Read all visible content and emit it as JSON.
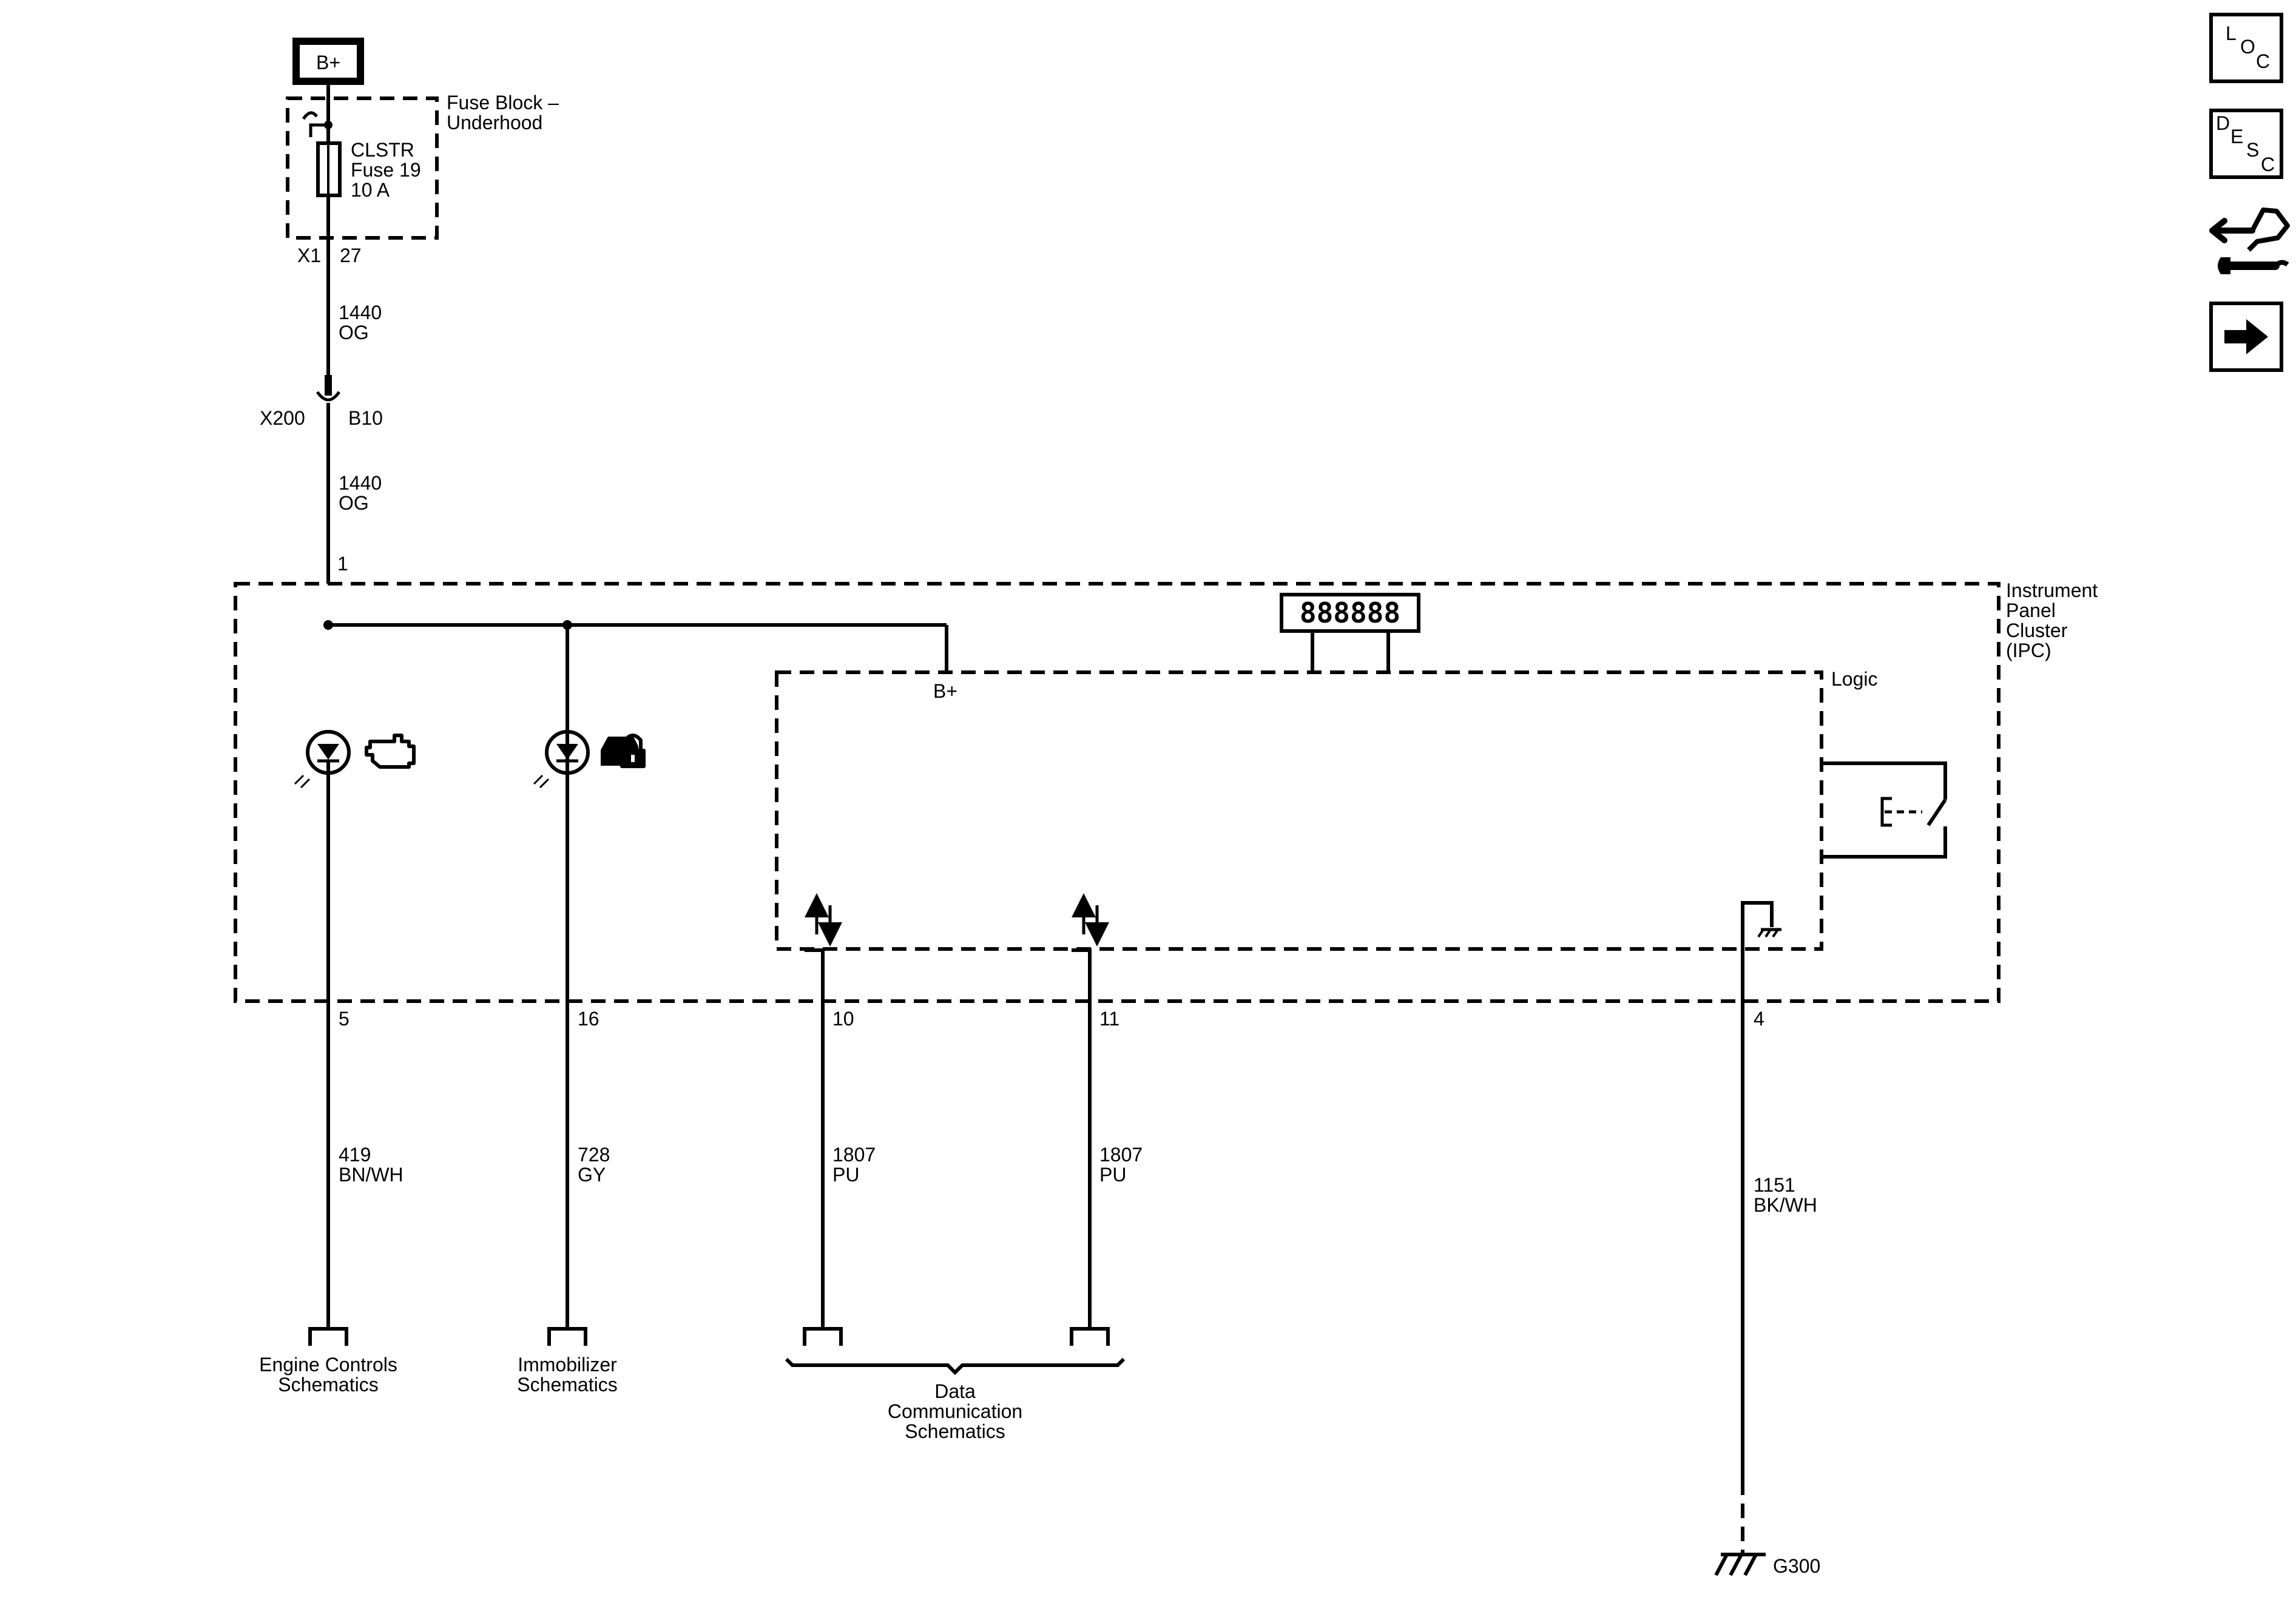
{
  "power": {
    "source": "B+"
  },
  "fuse_block": {
    "name_line1": "Fuse Block –",
    "name_line2": "Underhood",
    "fuse_line1": "CLSTR",
    "fuse_line2": "Fuse 19",
    "fuse_line3": "10 A",
    "connector": "X1",
    "pin": "27"
  },
  "wire_top1": {
    "circuit": "1440",
    "color": "OG"
  },
  "connector_x200": {
    "name": "X200",
    "pin": "B10"
  },
  "wire_top2": {
    "circuit": "1440",
    "color": "OG"
  },
  "ipc": {
    "pin_in": "1",
    "name_line1": "Instrument",
    "name_line2": "Panel",
    "name_line3": "Cluster",
    "name_line4": "(IPC)",
    "logic_label": "Logic",
    "logic_bplus": "B+",
    "display_glyph": "888888"
  },
  "pins_out": [
    "5",
    "16",
    "10",
    "11",
    "4"
  ],
  "wires_out": [
    {
      "circuit": "419",
      "color": "BN/WH"
    },
    {
      "circuit": "728",
      "color": "GY"
    },
    {
      "circuit": "1807",
      "color": "PU"
    },
    {
      "circuit": "1807",
      "color": "PU"
    },
    {
      "circuit": "1151",
      "color": "BK/WH"
    }
  ],
  "destinations": {
    "engine_line1": "Engine Controls",
    "engine_line2": "Schematics",
    "immo_line1": "Immobilizer",
    "immo_line2": "Schematics",
    "data_line1": "Data",
    "data_line2": "Communication",
    "data_line3": "Schematics"
  },
  "ground": {
    "name": "G300"
  },
  "side_buttons": {
    "loc_letters": [
      "L",
      "O",
      "C"
    ],
    "desc_letters": [
      "D",
      "E",
      "S",
      "C"
    ]
  },
  "icons": {
    "engine_lamp": "check-engine-icon",
    "security_lamp": "car-lock-icon",
    "service": "wrench-connector-icon",
    "next": "arrow-right-icon"
  }
}
